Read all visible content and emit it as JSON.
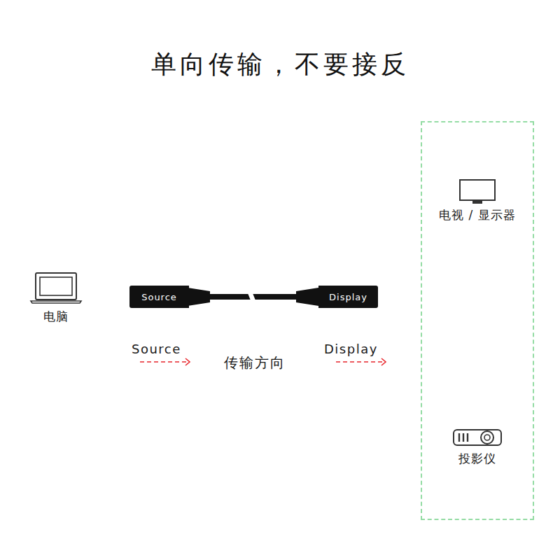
{
  "diagram": {
    "title": "单向传输，不要接反",
    "nodes": [
      {
        "text": [
          "电脑"
        ]
      },
      {
        "text": [
          "Source"
        ]
      },
      {
        "text": [
          "Display"
        ]
      },
      {
        "text": []
      },
      {
        "text": [
          "电视 / 显示器"
        ],
        "in": 3
      },
      {
        "text": [
          "投影仪"
        ],
        "in": 3
      }
    ],
    "edges": [
      {
        "from": 1,
        "to": 2,
        "arrow": "none"
      }
    ],
    "labels": [
      "Source",
      "传输方向",
      "Display"
    ]
  }
}
